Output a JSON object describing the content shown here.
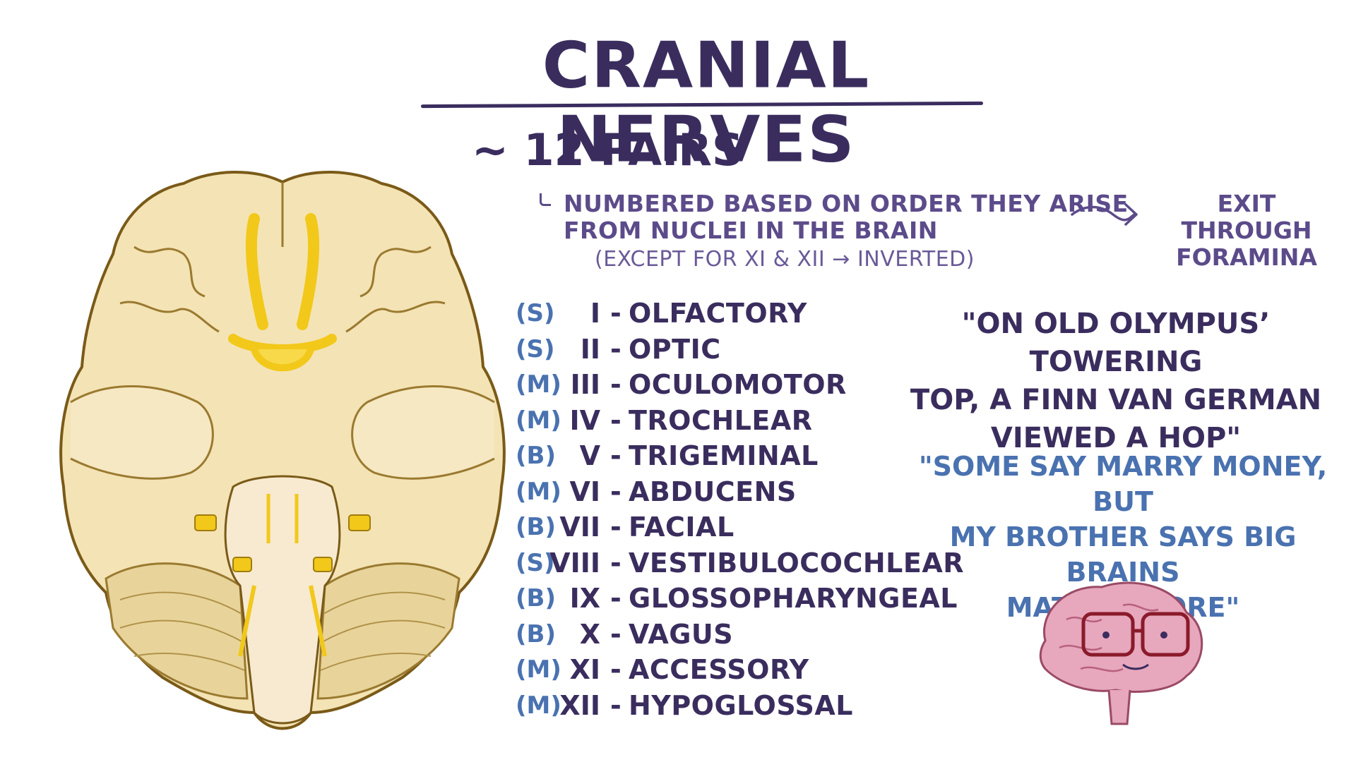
{
  "title": "CRANIAL NERVES",
  "pairs": "~ 12 PAIRS",
  "note": {
    "line1": "NUMBERED BASED ON ORDER THEY ARISE",
    "line2": "FROM NUCLEI IN THE BRAIN",
    "except": "(EXCEPT FOR XI & XII → INVERTED)"
  },
  "exit": {
    "line1": "EXIT THROUGH",
    "line2": "FORAMINA"
  },
  "nerves": [
    {
      "type": "(S)",
      "num": "I",
      "name": "OLFACTORY"
    },
    {
      "type": "(S)",
      "num": "II",
      "name": "OPTIC"
    },
    {
      "type": "(M)",
      "num": "III",
      "name": "OCULOMOTOR"
    },
    {
      "type": "(M)",
      "num": "IV",
      "name": "TROCHLEAR"
    },
    {
      "type": "(B)",
      "num": "V",
      "name": "TRIGEMINAL"
    },
    {
      "type": "(M)",
      "num": "VI",
      "name": "ABDUCENS"
    },
    {
      "type": "(B)",
      "num": "VII",
      "name": "FACIAL"
    },
    {
      "type": "(S)",
      "num": "VIII",
      "name": "VESTIBULOCOCHLEAR"
    },
    {
      "type": "(B)",
      "num": "IX",
      "name": "GLOSSOPHARYNGEAL"
    },
    {
      "type": "(B)",
      "num": "X",
      "name": "VAGUS"
    },
    {
      "type": "(M)",
      "num": "XI",
      "name": "ACCESSORY"
    },
    {
      "type": "(M)",
      "num": "XII",
      "name": "HYPOGLOSSAL"
    }
  ],
  "mnemonic_names": {
    "line1": "\"ON OLD OLYMPUS’ TOWERING",
    "line2": "TOP, A FINN VAN GERMAN",
    "line3": "VIEWED A HOP\""
  },
  "mnemonic_types": {
    "line1": "\"SOME SAY MARRY MONEY, BUT",
    "line2": "MY BROTHER SAYS BIG BRAINS",
    "line3": "MATTER MORE\""
  },
  "colors": {
    "ink": "#3a2d5e",
    "type_blue": "#4a72b0",
    "nerve_yellow": "#f2c81a",
    "brain_tan": "#f4e3b4",
    "mascot_pink": "#e7a7bd"
  },
  "icons": {
    "brain_illustration": "brain-inferior-view-illustration",
    "mascot": "brain-with-glasses-mascot",
    "arrow": "swoosh-arrow-icon"
  }
}
